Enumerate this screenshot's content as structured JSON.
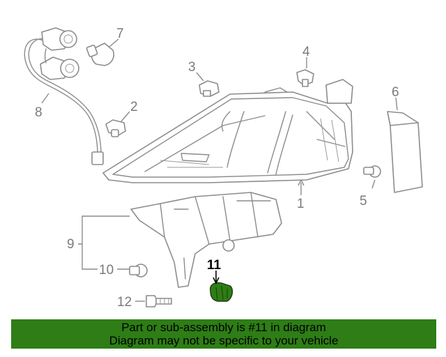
{
  "callouts": {
    "c1": "1",
    "c2": "2",
    "c3": "3",
    "c4": "4",
    "c5": "5",
    "c6": "6",
    "c7": "7",
    "c8": "8",
    "c9": "9",
    "c10": "10",
    "c11": "11",
    "c12": "12"
  },
  "highlight": {
    "part_number": "11",
    "color": "#2e7d16"
  },
  "banner": {
    "line1": "Part or sub-assembly is #11 in diagram",
    "line2": "Diagram may not be specific to your vehicle",
    "background": "#2e7d16"
  },
  "colors": {
    "line_art": "#8c8c8c",
    "highlight_part": "#2e7d16"
  }
}
